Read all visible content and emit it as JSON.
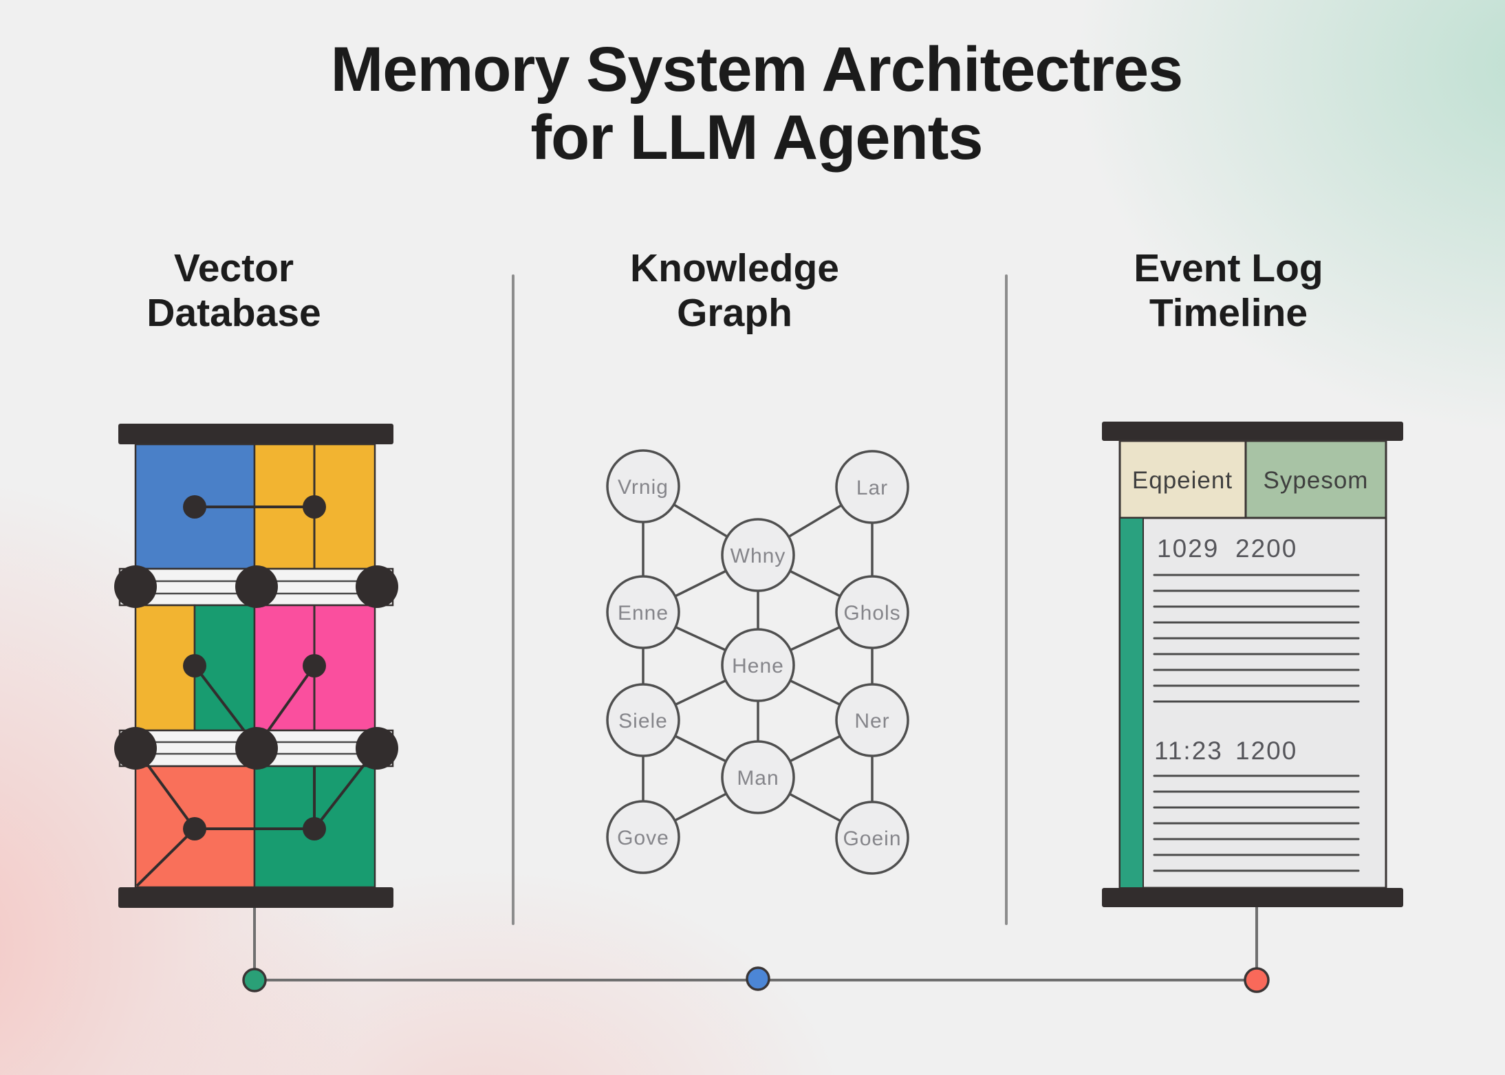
{
  "title": {
    "line1": "Memory System Architectres",
    "line2": "for LLM Agents"
  },
  "columns": [
    {
      "line1": "Vector",
      "line2": "Database"
    },
    {
      "line1": "Knowledge",
      "line2": "Graph"
    },
    {
      "line1": "Event Log",
      "line2": "Timeline"
    }
  ],
  "vector_database": {
    "palette": {
      "blue": "#4a80c8",
      "yellow": "#f2b431",
      "green": "#189c70",
      "pink": "#fa4f9e",
      "coral": "#f9705a",
      "dark": "#322d2d"
    }
  },
  "knowledge_graph": {
    "node_fill": "#ededee",
    "nodes": [
      {
        "label": "Vrnig"
      },
      {
        "label": "Lar"
      },
      {
        "label": "Whny"
      },
      {
        "label": "Enne"
      },
      {
        "label": "Ghols"
      },
      {
        "label": "Hene"
      },
      {
        "label": "Siele"
      },
      {
        "label": "Ner"
      },
      {
        "label": "Man"
      },
      {
        "label": "Gove"
      },
      {
        "label": "Goein"
      }
    ]
  },
  "event_log": {
    "column_headers": [
      {
        "label": "Eqpeient",
        "color": "#ebe3c9"
      },
      {
        "label": "Sypesom",
        "color": "#a8c3a5"
      }
    ],
    "accent_bar_color": "#2aa17f",
    "entries": [
      {
        "time": "1029",
        "value": "2200",
        "ruled_lines": 9
      },
      {
        "time": "11:23",
        "value": "1200",
        "ruled_lines": 7
      }
    ]
  },
  "timeline": {
    "dots": [
      {
        "name": "vector-database-dot",
        "color": "#2aa077"
      },
      {
        "name": "knowledge-graph-dot",
        "color": "#4c86d6"
      },
      {
        "name": "event-log-dot",
        "color": "#f9695a"
      }
    ]
  }
}
